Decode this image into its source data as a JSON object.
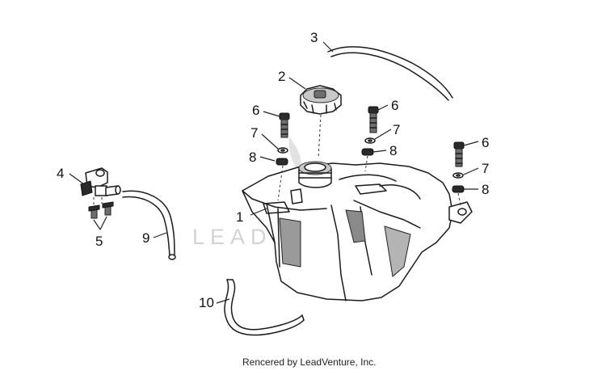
{
  "watermark": "LEADVENTURE",
  "credit": "Rencered by LeadVenture, Inc.",
  "callouts": [
    "1",
    "2",
    "3",
    "4",
    "5",
    "6",
    "6",
    "6",
    "7",
    "7",
    "7",
    "8",
    "8",
    "8",
    "9",
    "10"
  ],
  "colors": {
    "line": "#1a1a1a",
    "shade": "#6e6e6e",
    "watermark": "#d2d2d2"
  }
}
